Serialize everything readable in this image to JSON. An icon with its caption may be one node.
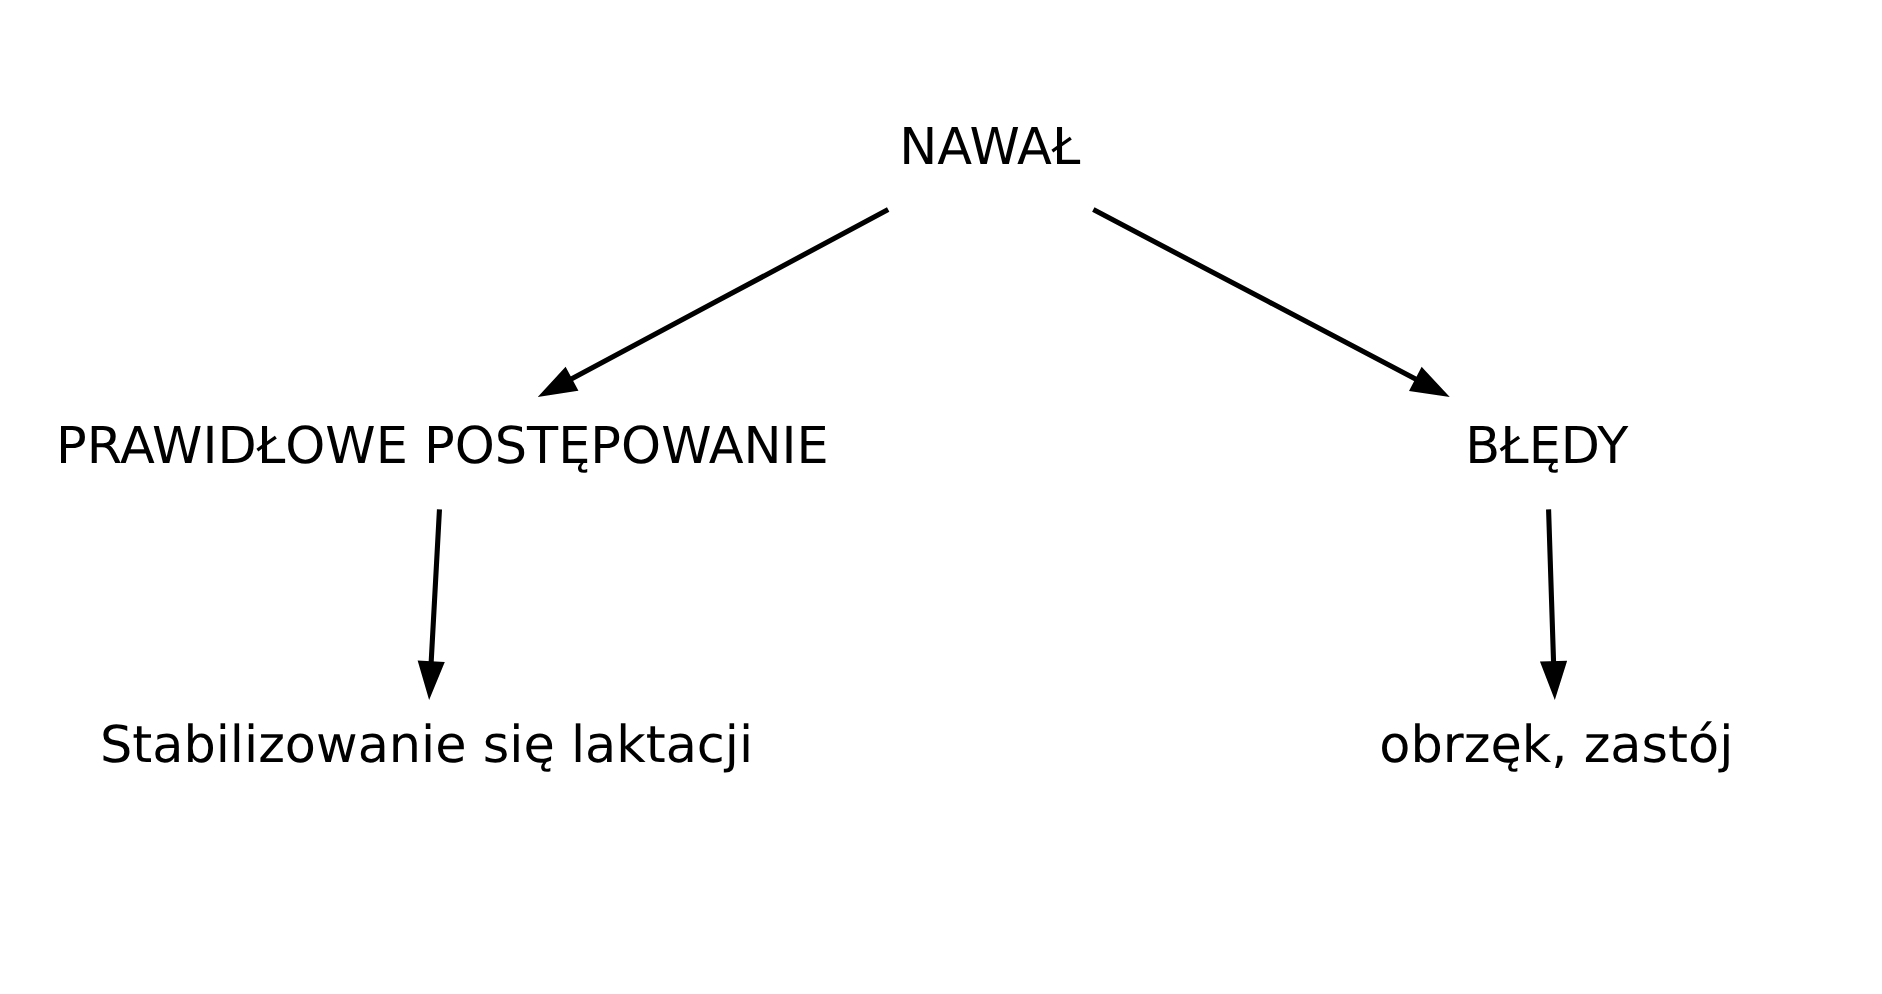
{
  "diagram": {
    "nodes": [
      {
        "text": [
          "NAWAŁ"
        ]
      },
      {
        "text": [
          "PRAWIDŁOWE POSTĘPOWANIE"
        ]
      },
      {
        "text": [
          "BŁĘDY"
        ]
      },
      {
        "text": [
          "Stabilizowanie się laktacji"
        ]
      },
      {
        "text": [
          "obrzęk, zastój"
        ]
      }
    ],
    "edges": [
      {
        "from": 0,
        "to": 1,
        "arrow": "to"
      },
      {
        "from": 0,
        "to": 2,
        "arrow": "to"
      },
      {
        "from": 1,
        "to": 3,
        "arrow": "to"
      },
      {
        "from": 2,
        "to": 4,
        "arrow": "to"
      }
    ]
  }
}
